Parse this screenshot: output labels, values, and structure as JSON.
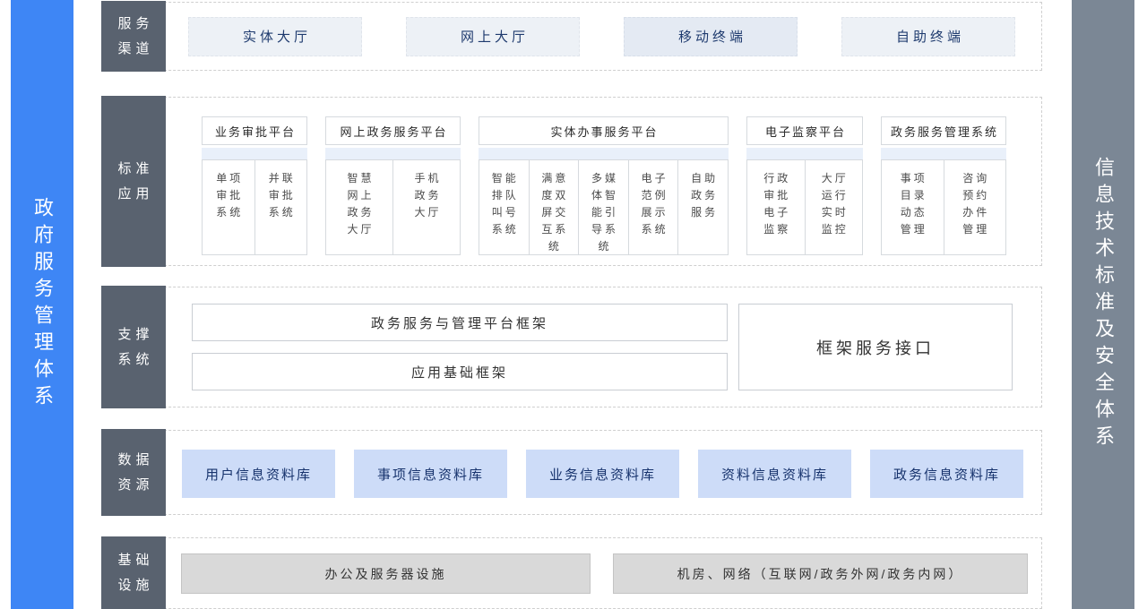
{
  "sidebars": {
    "left": "政府服务管理体系",
    "right": "信息技术标准及安全体系"
  },
  "rows": {
    "channels": {
      "label": "服务\n渠道",
      "items": [
        "实体大厅",
        "网上大厅",
        "移动终端",
        "自助终端"
      ]
    },
    "standard": {
      "label": "标准\n应用",
      "platforms": [
        {
          "title": "业务审批平台",
          "subs": [
            "单项\n审批\n系统",
            "并联\n审批\n系统"
          ]
        },
        {
          "title": "网上政务服务平台",
          "subs": [
            "智慧\n网上\n政务\n大厅",
            "手机\n政务\n大厅"
          ]
        },
        {
          "title": "实体办事服务平台",
          "subs": [
            "智能\n排队\n叫号\n系统",
            "满意\n度双\n屏交\n互系\n统",
            "多媒\n体智\n能引\n导系\n统",
            "电子\n范例\n展示\n系统",
            "自助\n政务\n服务"
          ]
        },
        {
          "title": "电子监察平台",
          "subs": [
            "行政\n审批\n电子\n监察",
            "大厅\n运行\n实时\n监控"
          ]
        },
        {
          "title": "政务服务管理系统",
          "subs": [
            "事项\n目录\n动态\n管理",
            "咨询\n预约\n办件\n管理"
          ]
        }
      ]
    },
    "support": {
      "label": "支撑\n系统",
      "frameworks": [
        "政务服务与管理平台框架",
        "应用基础框架"
      ],
      "interface": "框架服务接口"
    },
    "data": {
      "label": "数据\n资源",
      "items": [
        "用户信息资料库",
        "事项信息资料库",
        "业务信息资料库",
        "资料信息资料库",
        "政务信息资料库"
      ]
    },
    "infrastructure": {
      "label": "基础\n设施",
      "items": [
        "办公及服务器设施",
        "机房、网络（互联网/政务外网/政务内网）"
      ]
    }
  },
  "colors": {
    "left_bar": "#3E86F5",
    "right_bar": "#7B8795",
    "row_label_bg": "#59626F",
    "channel_bg": "#EDF1F6",
    "channel_highlight_bg": "#E4EAF3",
    "platform_strip_bg": "#E9F0FA",
    "database_bg": "#CDDCF8",
    "facility_bg": "#D9D9D9",
    "text_navy": "#1E3A6E"
  }
}
